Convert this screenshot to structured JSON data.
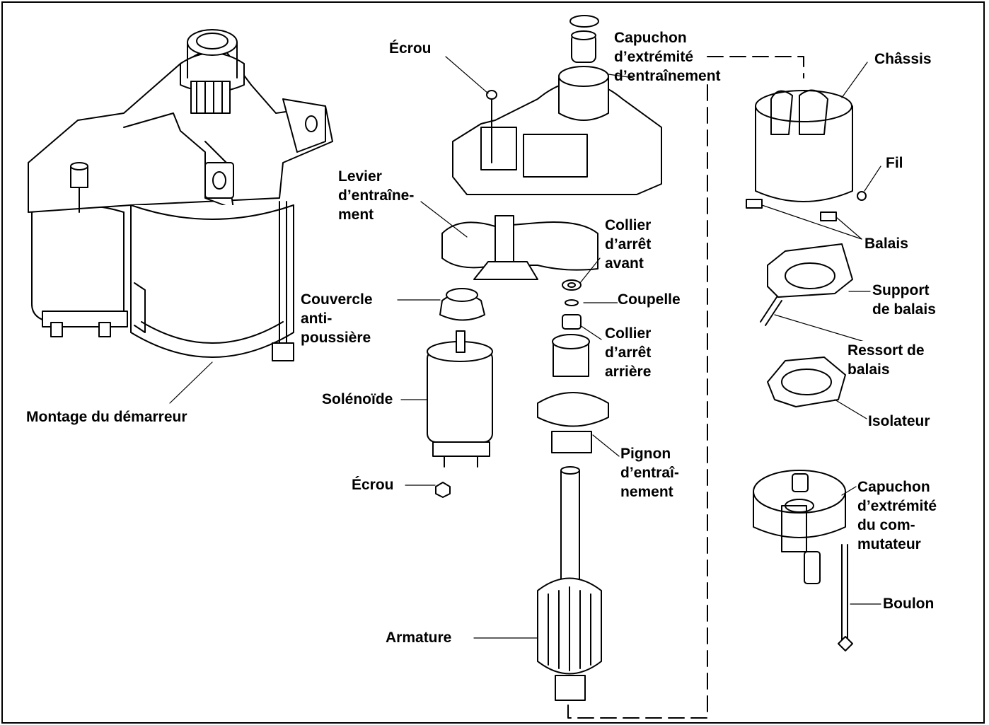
{
  "labels": {
    "ecrou_top": "Écrou",
    "capuchon_entrainement": [
      "Capuchon",
      "d’extrémité",
      "d’entraînement"
    ],
    "chassis": "Châssis",
    "fil": "Fil",
    "levier": [
      "Levier",
      "d’entraîne-",
      "ment"
    ],
    "balais": "Balais",
    "collier_avant": [
      "Collier",
      "d’arrêt",
      "avant"
    ],
    "support_balais": [
      "Support",
      "de balais"
    ],
    "couvercle": [
      "Couvercle",
      "anti-",
      "poussière"
    ],
    "coupelle": "Coupelle",
    "collier_arriere": [
      "Collier",
      "d’arrêt",
      "arrière"
    ],
    "ressort": [
      "Ressort de",
      "balais"
    ],
    "solenoide": "Solénoïde",
    "montage": "Montage du démarreur",
    "isolateur": "Isolateur",
    "pignon": [
      "Pignon",
      "d’entraî-",
      "nement"
    ],
    "ecrou_bottom": "Écrou",
    "capuchon_commutateur": [
      "Capuchon",
      "d’extrémité",
      "du com-",
      "mutateur"
    ],
    "boulon": "Boulon",
    "armature": "Armature"
  }
}
